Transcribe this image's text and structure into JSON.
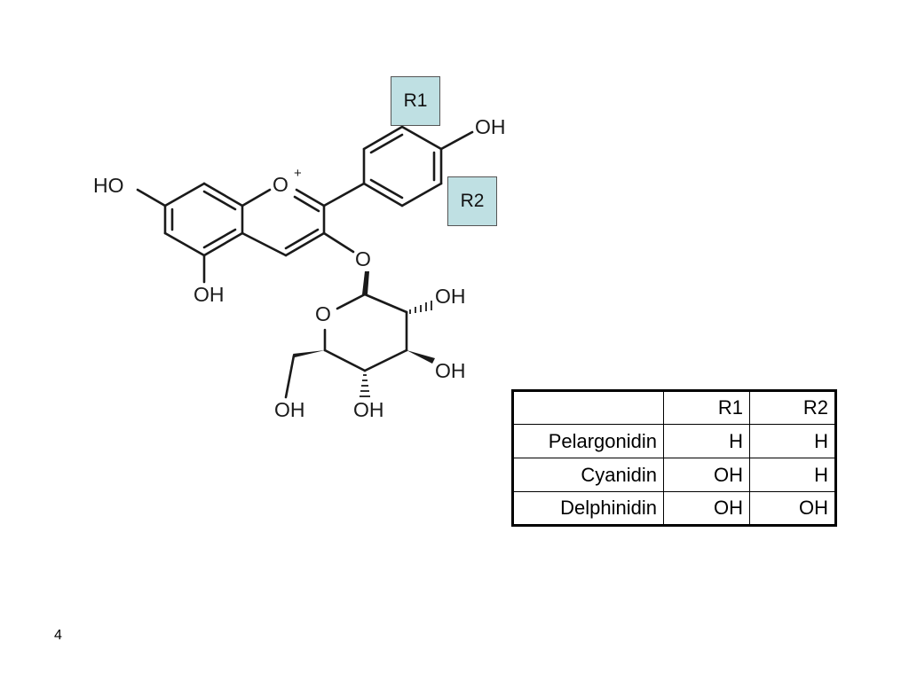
{
  "structure": {
    "atoms": {
      "ho_7": "HO",
      "oh_5": "OH",
      "o_ring": "O",
      "o_charge": "+",
      "oh_4p": "OH",
      "o_glyc": "O",
      "o_sugar_ring": "O",
      "oh_s1": "OH",
      "oh_s2": "OH",
      "oh_s3": "OH",
      "oh_s4": "OH"
    },
    "r1_label": "R1",
    "r2_label": "R2",
    "r_box_color": "#bfe0e3"
  },
  "table": {
    "header": [
      "",
      "R1",
      "R2"
    ],
    "rows": [
      {
        "name": "Pelargonidin",
        "r1": "H",
        "r2": "H"
      },
      {
        "name": "Cyanidin",
        "r1": "OH",
        "r2": "H"
      },
      {
        "name": "Delphinidin",
        "r1": "OH",
        "r2": "OH"
      }
    ]
  },
  "slide_number": "4"
}
